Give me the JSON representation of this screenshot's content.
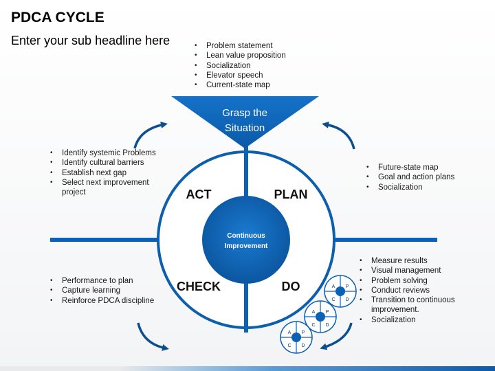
{
  "header": {
    "title": "PDCA CYCLE",
    "subtitle": "Enter your sub headline here"
  },
  "colors": {
    "primary": "#0b61b3",
    "dark": "#0d4e8f",
    "ring_border": "#0d5fae",
    "text_on_blue": "#ffffff"
  },
  "funnel": {
    "line1": "Grasp the",
    "line2": "Situation"
  },
  "quadrants": {
    "act": "ACT",
    "plan": "PLAN",
    "check": "CHECK",
    "do": "DO"
  },
  "center": {
    "line1": "Continuous",
    "line2": "Improvement"
  },
  "mini_cycle": {
    "a": "A",
    "p": "P",
    "c": "C",
    "d": "D"
  },
  "lists": {
    "grasp": [
      "Problem statement",
      "Lean value proposition",
      "Socialization",
      "Elevator speech",
      "Current-state map"
    ],
    "act": [
      "Identify systemic Problems",
      "Identify cultural barriers",
      "Establish next gap",
      "Select next improvement project"
    ],
    "plan": [
      "Future-state map",
      "Goal and action plans",
      "Socialization"
    ],
    "check": [
      "Performance to plan",
      "Capture learning",
      "Reinforce PDCA discipline"
    ],
    "do": [
      "Measure results",
      "Visual management",
      "Problem solving",
      "Conduct reviews",
      "Transition to continuous improvement.",
      "Socialization"
    ]
  }
}
